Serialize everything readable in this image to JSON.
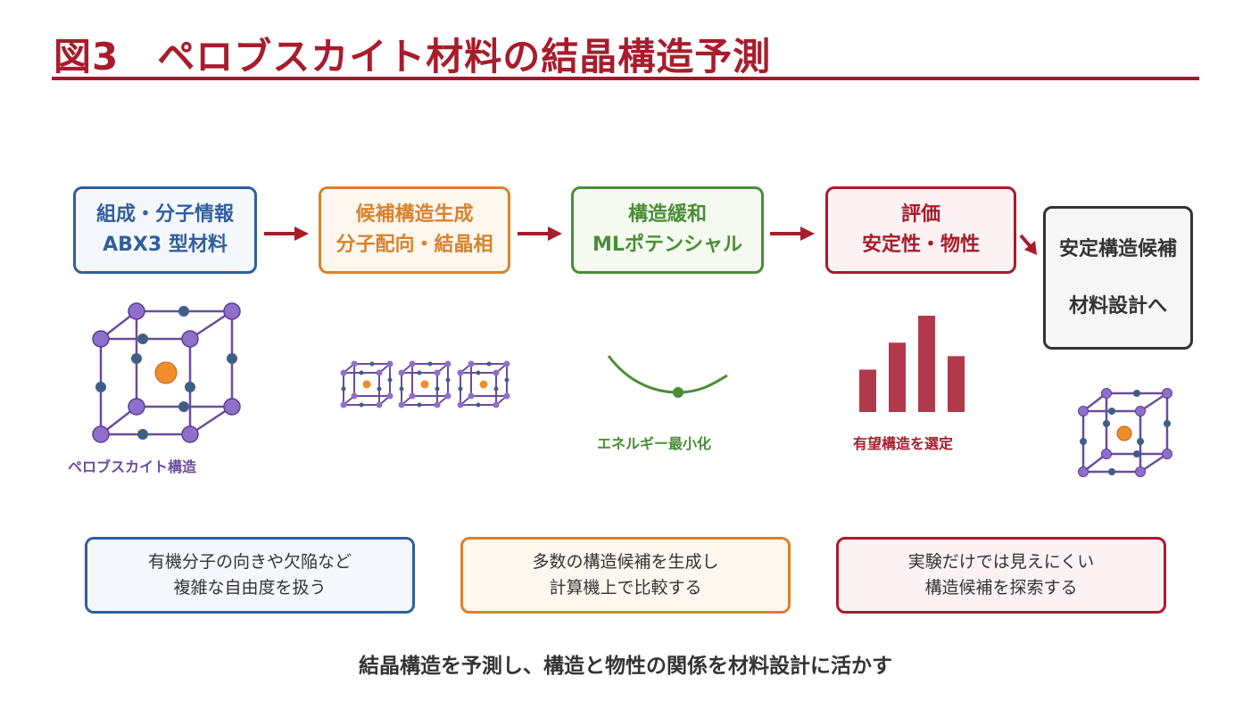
{
  "title": "図3　ペロブスカイト材料の結晶構造予測",
  "colors": {
    "title": "#a81c2c",
    "blue": "#2f5f9e",
    "orange": "#d9822b",
    "green": "#4a8d36",
    "red": "#a81c2c",
    "lattice": "#6a4c9c",
    "atom_corner": "#8f6fcc",
    "atom_edge": "#3f5e86",
    "atom_center": "#f08c2a",
    "bar": "#b03a4c"
  },
  "flow": [
    {
      "line1": "組成・分子情報",
      "line2": "ABX3 型材料"
    },
    {
      "line1": "候補構造生成",
      "line2": "分子配向・結晶相"
    },
    {
      "line1": "構造緩和",
      "line2": "MLポテンシャル"
    },
    {
      "line1": "評価",
      "line2": "安定性・物性"
    },
    {
      "line1": "安定構造候補",
      "line2": "材料設計へ"
    }
  ],
  "captions": {
    "perovskite": "ペロブスカイト構造",
    "energy": "エネルギー最小化",
    "select": "有望構造を選定"
  },
  "bar_levels": [
    0.44,
    0.72,
    1.0,
    0.58
  ],
  "notes": [
    {
      "line1": "有機分子の向きや欠陥など",
      "line2": "複雑な自由度を扱う"
    },
    {
      "line1": "多数の構造候補を生成し",
      "line2": "計算機上で比較する"
    },
    {
      "line1": "実験だけでは見えにくい",
      "line2": "構造候補を探索する"
    }
  ],
  "footer": "結晶構造を予測し、構造と物性の関係を材料設計に活かす"
}
